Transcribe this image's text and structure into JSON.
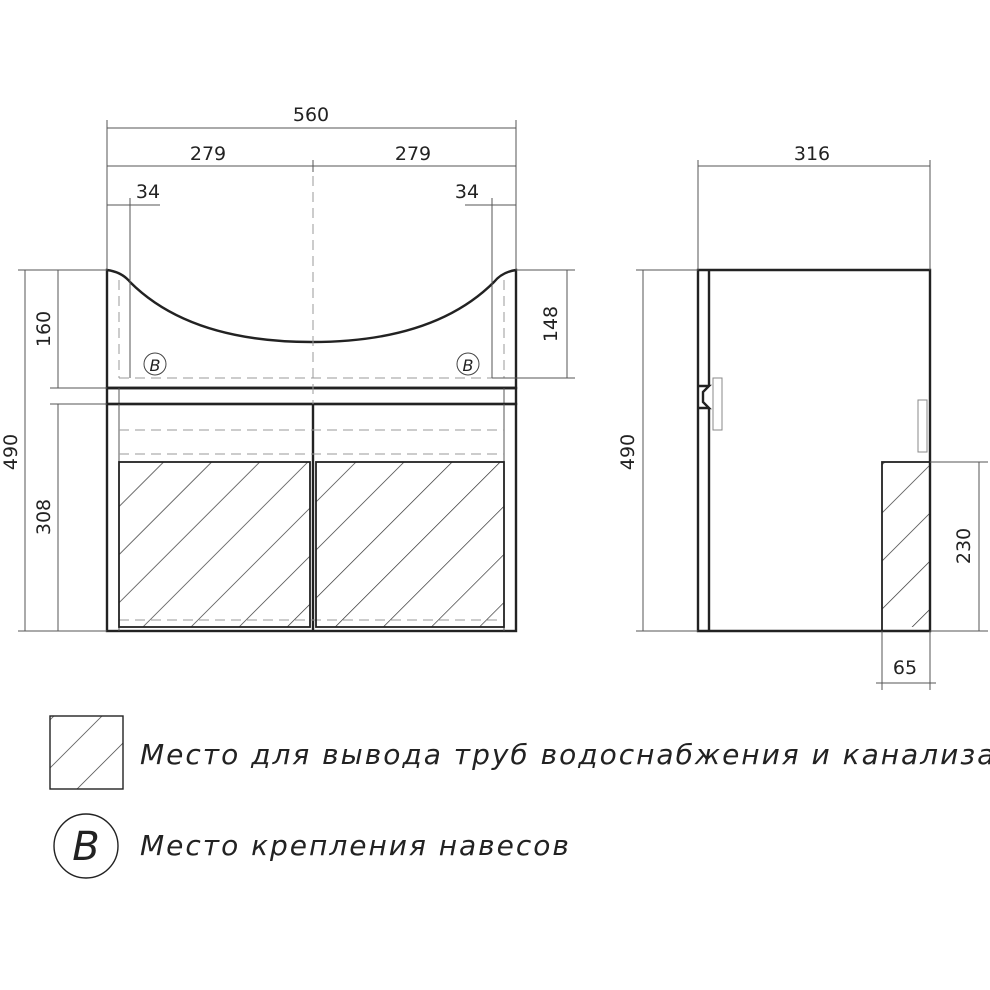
{
  "dimensions": {
    "total_width": "560",
    "half_width_left": "279",
    "half_width_right": "279",
    "offset_left": "34",
    "offset_right": "34",
    "top_height": "160",
    "bracket_height": "148",
    "total_height_front": "490",
    "cabinet_height": "308",
    "depth": "316",
    "total_height_side": "490",
    "pipe_zone_height": "230",
    "pipe_zone_depth": "65"
  },
  "markers": {
    "bracket_left": "B",
    "bracket_right": "B"
  },
  "legend": {
    "pipe_zone_text": "Место для вывода труб водоснабжения и канализации",
    "mount_symbol": "B",
    "mount_text": "Место крепления навесов"
  }
}
